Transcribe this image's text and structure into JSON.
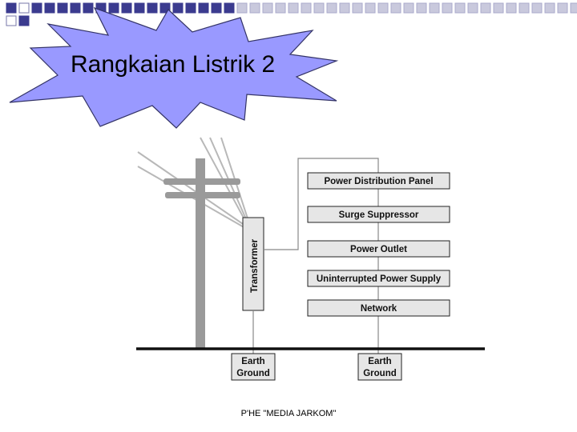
{
  "slide": {
    "title": "Rangkaian Listrik 2",
    "footer": "P'HE \"MEDIA JARKOM\""
  },
  "colors": {
    "burst_fill": "#9999ff",
    "square_dark": "#3b3b8f",
    "square_light": "#c9c9dd",
    "box_fill": "#e6e6e6",
    "pole": "#9a9a9a"
  },
  "diagram": {
    "transformer_label": "Transformer",
    "boxes": [
      "Power Distribution Panel",
      "Surge Suppressor",
      "Power Outlet",
      "Uninterrupted Power Supply",
      "Network"
    ],
    "earth_left": {
      "line1": "Earth",
      "line2": "Ground"
    },
    "earth_right": {
      "line1": "Earth",
      "line2": "Ground"
    }
  }
}
